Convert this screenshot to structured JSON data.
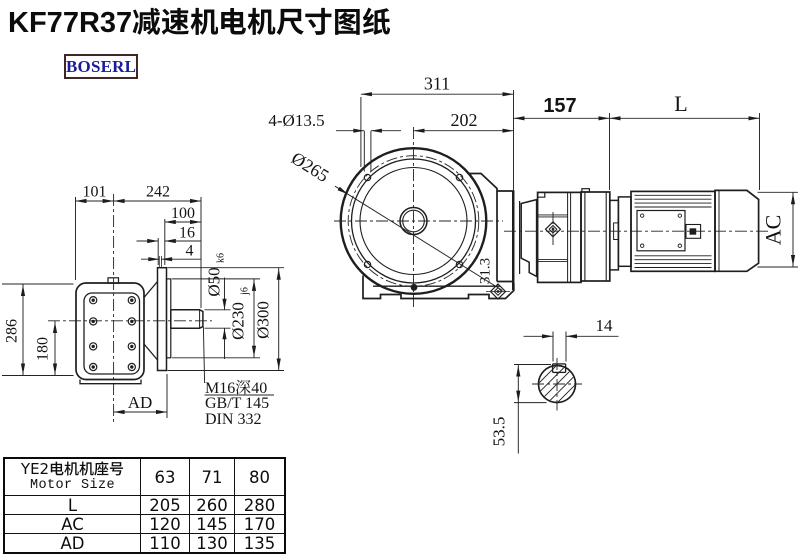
{
  "title": "KF77R37减速机电机尺寸图纸",
  "logo": {
    "text": "BOSERL"
  },
  "colors": {
    "line": "#1e1e1e",
    "title": "#0c0c0c",
    "logo_text": "#1b1b9e",
    "logo_border": "#402626",
    "background": "#ffffff"
  },
  "drawing": {
    "side_view": {
      "dim_101": "101",
      "dim_242": "242",
      "dim_100": "100",
      "dim_16": "16",
      "dim_4": "4",
      "dim_286": "286",
      "dim_180": "180",
      "dim_ad": "AD",
      "dia_50": "Ø50",
      "dia_50_tol": "k6",
      "dia_230": "Ø230",
      "dia_230_tol": "j6",
      "dia_300": "Ø300",
      "note_line1": "M16深40",
      "note_line2": "GB/T 145",
      "note_line3": "DIN 332"
    },
    "front_view": {
      "dim_311": "311",
      "dim_202": "202",
      "dim_holes": "4-Ø13.5",
      "dia_265": "Ø265",
      "dim_313": "31.3"
    },
    "motor_view": {
      "dim_157": "157",
      "dim_l": "L",
      "dim_ac": "AC"
    },
    "shaft_section": {
      "dim_14": "14",
      "dim_53_5": "53.5"
    }
  },
  "table": {
    "header": {
      "label_cn": "YE2电机机座号",
      "label_en": "Motor Size",
      "sizes": [
        "63",
        "71",
        "80"
      ]
    },
    "rows": [
      {
        "label": "L",
        "values": [
          "205",
          "260",
          "280"
        ]
      },
      {
        "label": "AC",
        "values": [
          "120",
          "145",
          "170"
        ]
      },
      {
        "label": "AD",
        "values": [
          "110",
          "130",
          "135"
        ]
      }
    ]
  }
}
